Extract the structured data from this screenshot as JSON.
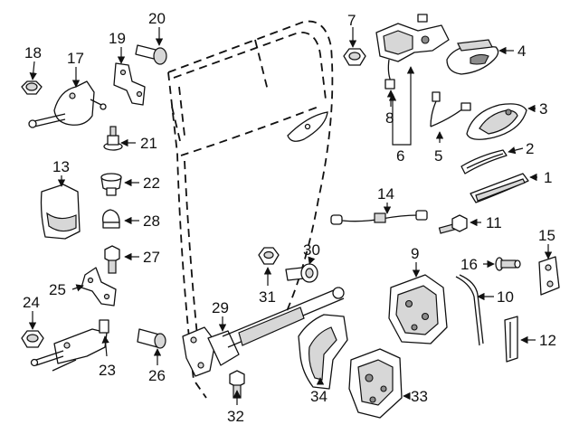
{
  "diagram": {
    "callouts": {
      "c1": "1",
      "c2": "2",
      "c3": "3",
      "c4": "4",
      "c5": "5",
      "c6": "6",
      "c7": "7",
      "c8": "8",
      "c9": "9",
      "c10": "10",
      "c11": "11",
      "c12": "12",
      "c13": "13",
      "c14": "14",
      "c15": "15",
      "c16": "16",
      "c17": "17",
      "c18": "18",
      "c19": "19",
      "c20": "20",
      "c21": "21",
      "c22": "22",
      "c23": "23",
      "c24": "24",
      "c25": "25",
      "c26": "26",
      "c27": "27",
      "c28": "28",
      "c29": "29",
      "c30": "30",
      "c31": "31",
      "c32": "32",
      "c33": "33",
      "c34": "34"
    }
  }
}
